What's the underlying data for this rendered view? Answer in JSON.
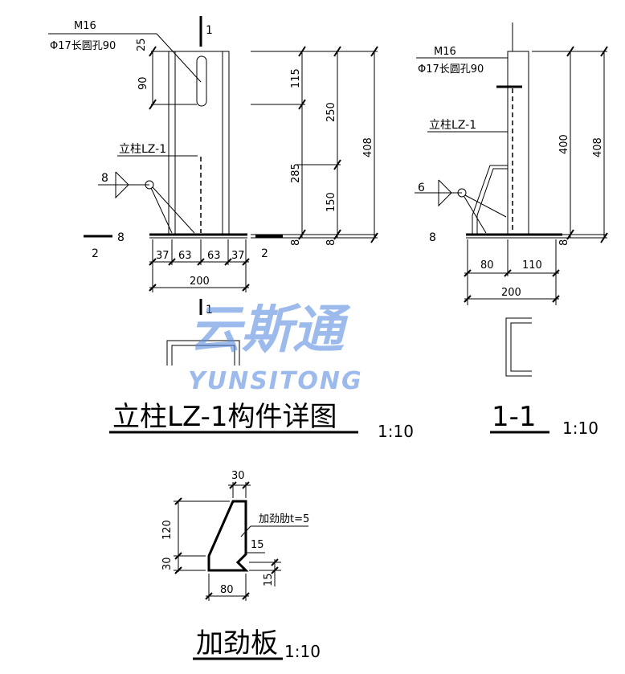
{
  "labels": {
    "bolt_spec": "M16",
    "hole_spec": "Φ17长圆孔90",
    "post_name": "立柱LZ-1",
    "section_1": "1",
    "section_2": "2",
    "weld_8": "8",
    "weld_6": "6",
    "weld_symbol": "8",
    "stiffener_note": "加劲肋t=5"
  },
  "dims_main": {
    "d25": "25",
    "d90": "90",
    "d115": "115",
    "d250": "250",
    "d285": "285",
    "d150": "150",
    "d408": "408",
    "d8a": "8",
    "d8b": "8",
    "d37a": "37",
    "d63a": "63",
    "d63b": "63",
    "d37b": "37",
    "d200": "200"
  },
  "dims_side": {
    "d400": "400",
    "d408": "408",
    "d8": "8",
    "d80": "80",
    "d110": "110",
    "d200": "200"
  },
  "dims_plate": {
    "d30top": "30",
    "d120": "120",
    "d30": "30",
    "d15a": "15",
    "d15b": "15",
    "d80": "80"
  },
  "titles": {
    "main": "立柱LZ-1构件详图",
    "main_scale": "1:10",
    "section": "1-1",
    "section_scale": "1:10",
    "plate": "加劲板",
    "plate_scale": "1:10"
  },
  "watermark": {
    "cn": "云斯通",
    "en": "YUNSITONG",
    "color": "#5b8fe0"
  }
}
